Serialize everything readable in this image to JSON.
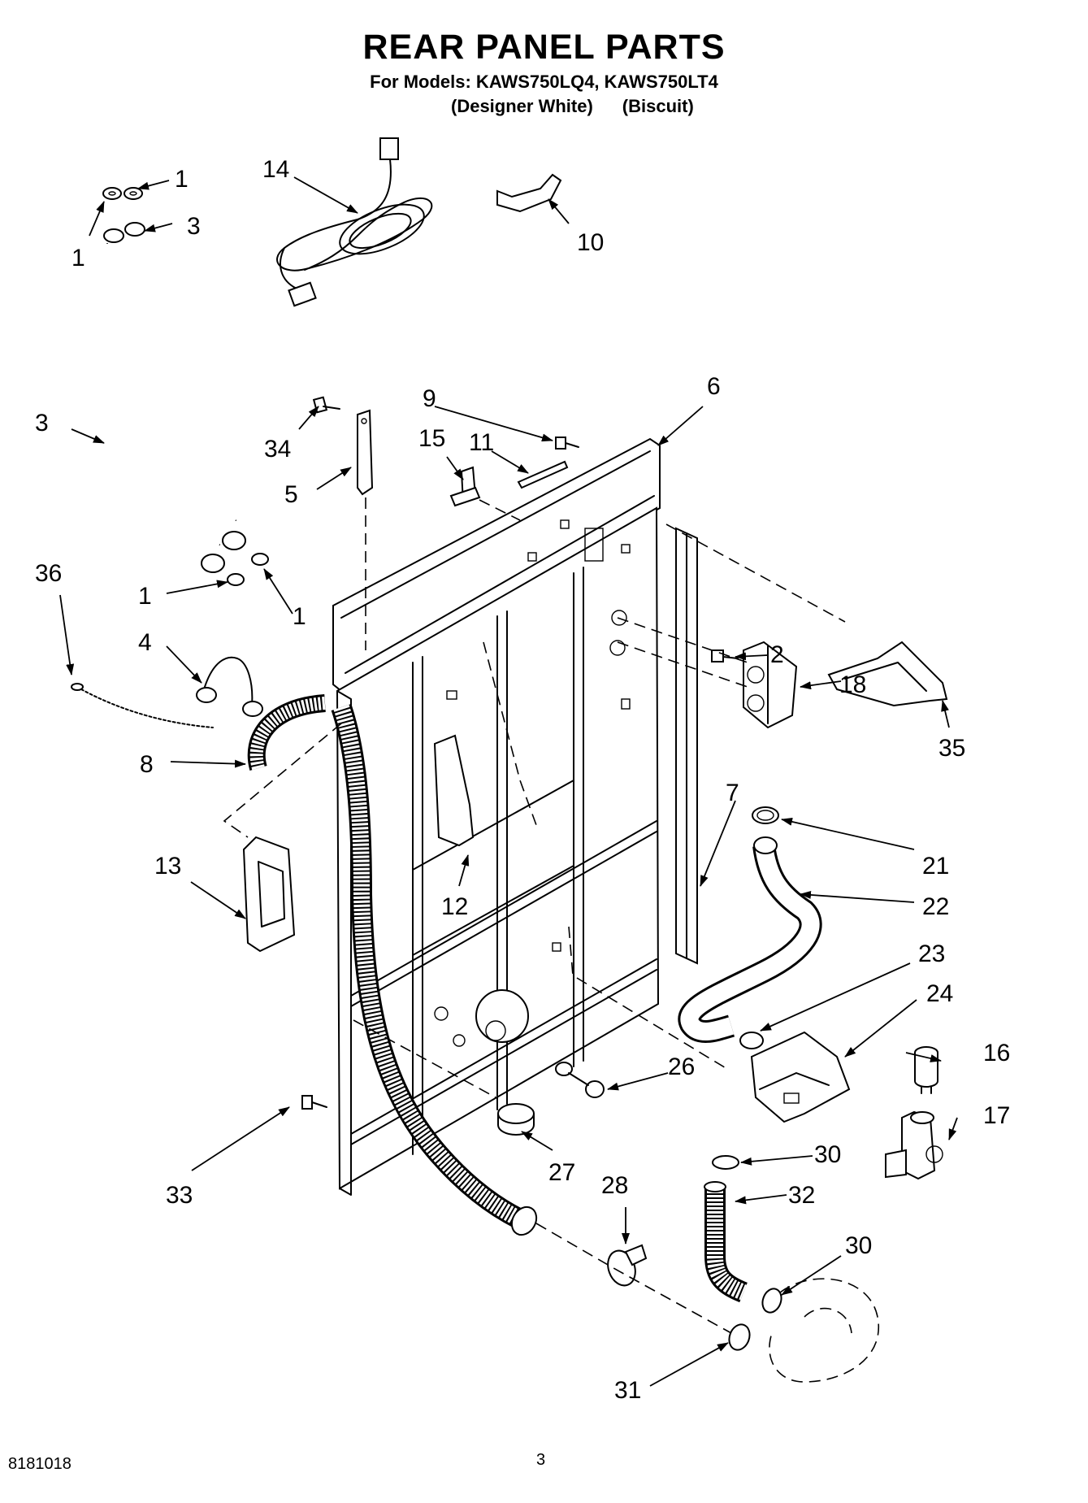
{
  "header": {
    "title": "REAR PANEL PARTS",
    "models_line": "For Models: KAWS750LQ4, KAWS750LT4",
    "variant_1": "(Designer White)",
    "variant_2": "(Biscuit)"
  },
  "footer": {
    "doc_number": "8181018",
    "page_number": "3"
  },
  "callouts": {
    "c1a": "1",
    "c1b": "1",
    "c1c": "1",
    "c1d": "1",
    "c2": "2",
    "c3a": "3",
    "c3b": "3",
    "c4": "4",
    "c5": "5",
    "c6": "6",
    "c7": "7",
    "c8": "8",
    "c9": "9",
    "c10": "10",
    "c11": "11",
    "c12": "12",
    "c13": "13",
    "c14": "14",
    "c15": "15",
    "c16": "16",
    "c17": "17",
    "c18": "18",
    "c21": "21",
    "c22": "22",
    "c23": "23",
    "c24": "24",
    "c26": "26",
    "c27": "27",
    "c28": "28",
    "c30a": "30",
    "c30b": "30",
    "c31": "31",
    "c32": "32",
    "c33": "33",
    "c34": "34",
    "c35": "35",
    "c36": "36"
  }
}
